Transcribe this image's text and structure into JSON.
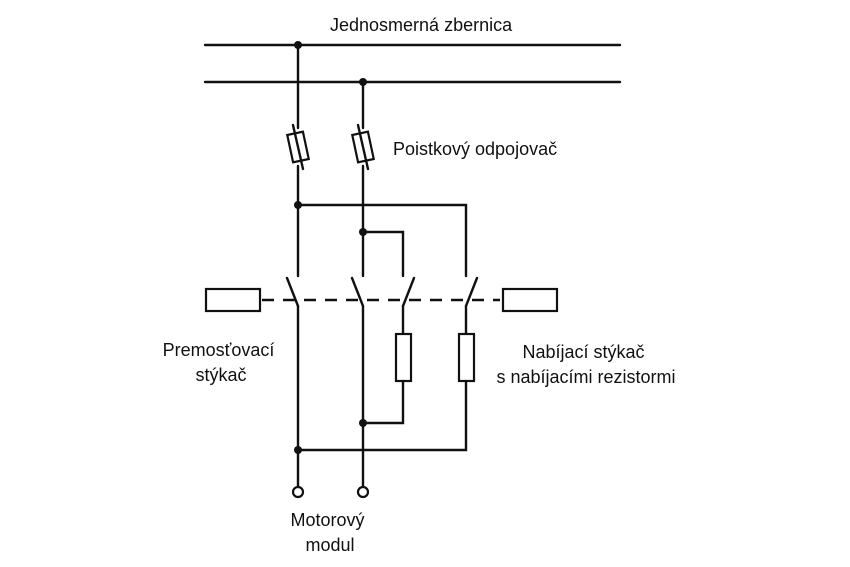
{
  "labels": {
    "dc_bus": "Jednosmerná zbernica",
    "fuse_disconnector": "Poistkový odpojovač",
    "bypass_contactor_line1": "Premosťovací",
    "bypass_contactor_line2": "stýkač",
    "charging_contactor_line1": "Nabíjací stýkač",
    "charging_contactor_line2": "s nabíjacími rezistormi",
    "motor_module_line1": "Motorový",
    "motor_module_line2": "modul"
  },
  "colors": {
    "line": "#111111",
    "background": "#ffffff"
  }
}
